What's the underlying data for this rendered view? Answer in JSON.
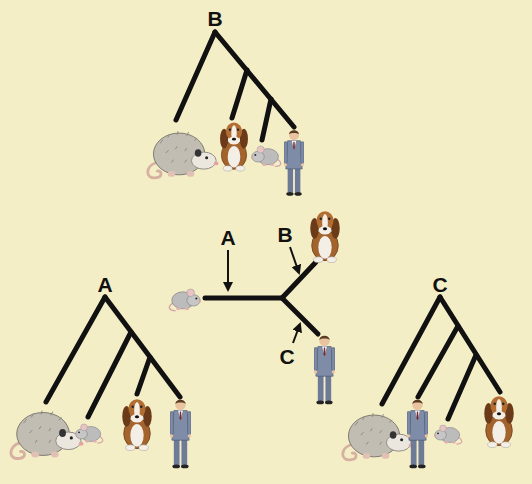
{
  "diagram": {
    "labels": [
      "B",
      "A",
      "B",
      "A",
      "C",
      "C"
    ]
  }
}
